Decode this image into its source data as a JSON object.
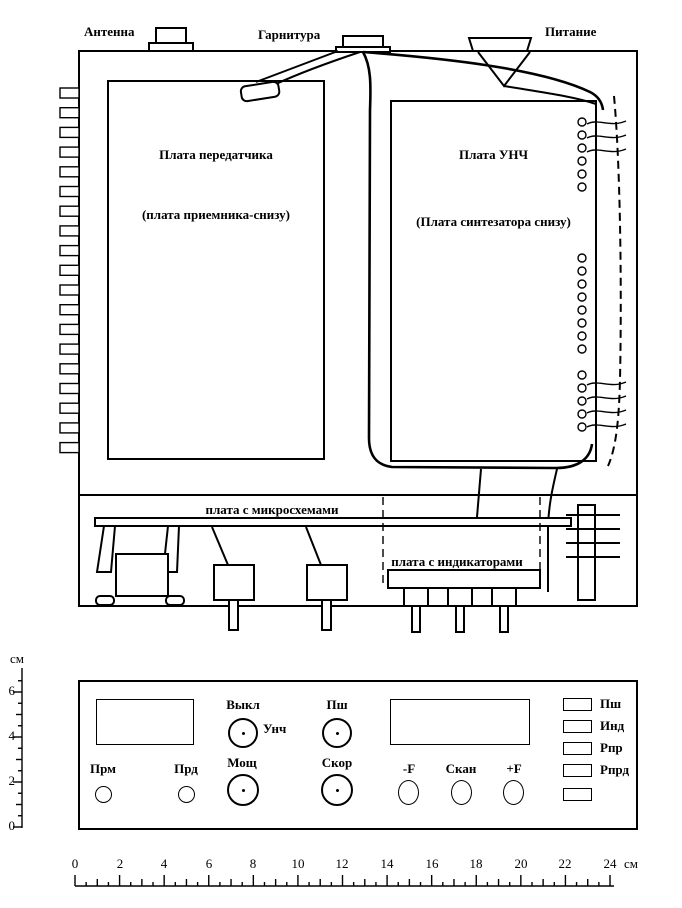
{
  "top_view": {
    "antenna_label": "Антенна",
    "headset_label": "Гарнитура",
    "power_label": "Питание",
    "transmitter_board": {
      "line1": "Плата передатчика",
      "line2": "(плата приемника-снизу)"
    },
    "unch_board": {
      "line1": "Плата УНЧ",
      "line2": "(Плата синтезатора снизу)"
    },
    "chips_board_label": "плата с микросхемами",
    "indicator_board_label": "плата с индикаторами"
  },
  "front_panel": {
    "volume_knob": {
      "label": "Выкл",
      "sublabel": "Унч"
    },
    "squelch_knob": {
      "label": "Пш"
    },
    "rx_led": {
      "label": "Прм"
    },
    "tx_led": {
      "label": "Прд"
    },
    "power_knob": {
      "label": "Мощ"
    },
    "speed_knob": {
      "label": "Скор"
    },
    "freq_down_button": {
      "label": "-F"
    },
    "scan_button": {
      "label": "Скан"
    },
    "freq_up_button": {
      "label": "+F"
    },
    "legend": [
      {
        "label": "Пш"
      },
      {
        "label": "Инд"
      },
      {
        "label": "Рпр"
      },
      {
        "label": "Рпрд"
      },
      {
        "label": ""
      }
    ]
  },
  "rulers": {
    "vertical": {
      "unit": "см",
      "ticks": [
        "6",
        "4",
        "2",
        "0"
      ]
    },
    "horizontal": {
      "ticks": [
        "0",
        "2",
        "4",
        "6",
        "8",
        "10",
        "12",
        "14",
        "16",
        "18",
        "20",
        "22",
        "24"
      ],
      "unit": "см"
    }
  }
}
